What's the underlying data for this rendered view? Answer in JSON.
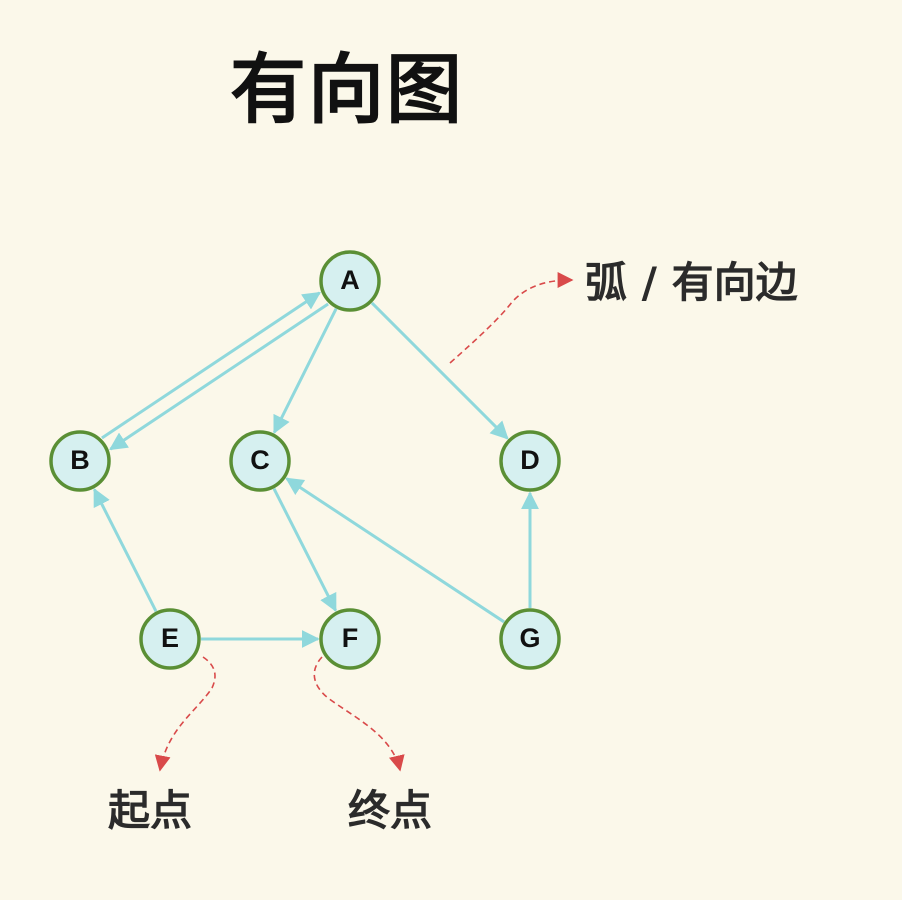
{
  "title": "有向图",
  "labels": {
    "arc": "弧 / 有向边",
    "start": "起点",
    "end": "终点"
  },
  "colors": {
    "background": "#fbf8ea",
    "node_fill": "#d6f0f0",
    "node_stroke": "#5a8f35",
    "edge": "#8fd8dc",
    "pointer": "#d94a4a"
  },
  "nodes": [
    {
      "id": "A",
      "label": "A"
    },
    {
      "id": "B",
      "label": "B"
    },
    {
      "id": "C",
      "label": "C"
    },
    {
      "id": "D",
      "label": "D"
    },
    {
      "id": "E",
      "label": "E"
    },
    {
      "id": "F",
      "label": "F"
    },
    {
      "id": "G",
      "label": "G"
    }
  ],
  "edges": [
    {
      "from": "A",
      "to": "B"
    },
    {
      "from": "B",
      "to": "A"
    },
    {
      "from": "A",
      "to": "C"
    },
    {
      "from": "A",
      "to": "D"
    },
    {
      "from": "E",
      "to": "B"
    },
    {
      "from": "E",
      "to": "F"
    },
    {
      "from": "C",
      "to": "F"
    },
    {
      "from": "G",
      "to": "C"
    },
    {
      "from": "G",
      "to": "D"
    }
  ]
}
